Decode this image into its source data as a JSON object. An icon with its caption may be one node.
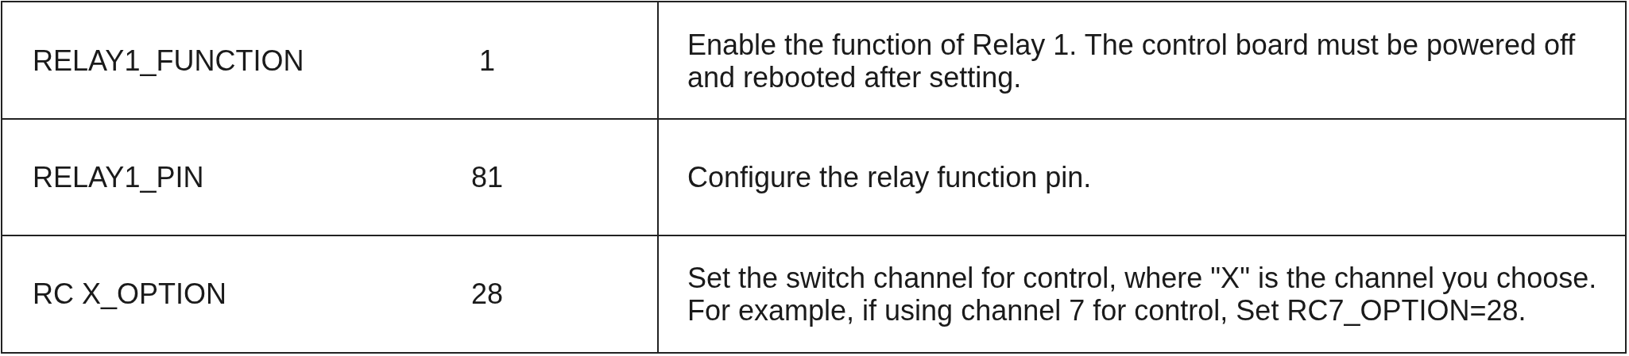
{
  "diagram": {
    "labels": [
      "RELAY1_FUNCTION",
      "1",
      "Enable the function of Relay 1. The control board must be powered off and rebooted after setting.",
      "RELAY1_PIN",
      "81",
      "Configure the relay function pin.",
      "RC X_OPTION",
      "28",
      "Set the switch channel for control, where \"X\" is the channel you choose. For example, if using channel 7 for control, Set RC7_OPTION=28."
    ]
  }
}
